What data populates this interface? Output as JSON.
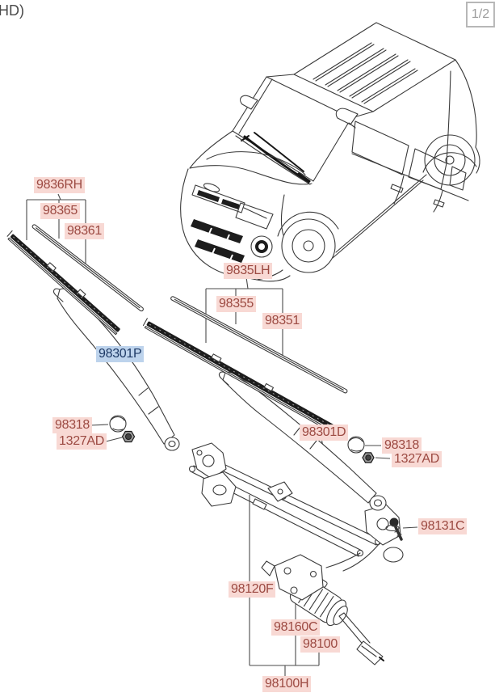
{
  "header": {
    "note": "HD)",
    "page_indicator": "1/2"
  },
  "parts": {
    "blade_assembly_rh": "9836RH",
    "blade_rubber_rh": "98365",
    "blade_frame_rh": "98361",
    "blade_assembly_lh": "9835LH",
    "blade_rubber_lh": "98355",
    "blade_frame_lh": "98351",
    "wiper_arm_p": "98301P",
    "pivot_cap_l": "98318",
    "pivot_nut_l": "1327AD",
    "wiper_arm_d": "98301D",
    "pivot_cap_r": "98318",
    "pivot_nut_r": "1327AD",
    "crank_bolt": "98131C",
    "linkage_frame": "98120F",
    "motor_bracket": "98160C",
    "wiper_motor": "98100",
    "motor_linkage_assembly": "98100H"
  },
  "colors": {
    "callout_bg": "#f8d9d4",
    "callout_text": "#9c4a42",
    "highlight_bg": "#bdd3ec",
    "highlight_text": "#1e3a66",
    "line": "#3a3a3a",
    "badge_border": "#b7b7b7",
    "badge_text": "#9b9b9b"
  }
}
